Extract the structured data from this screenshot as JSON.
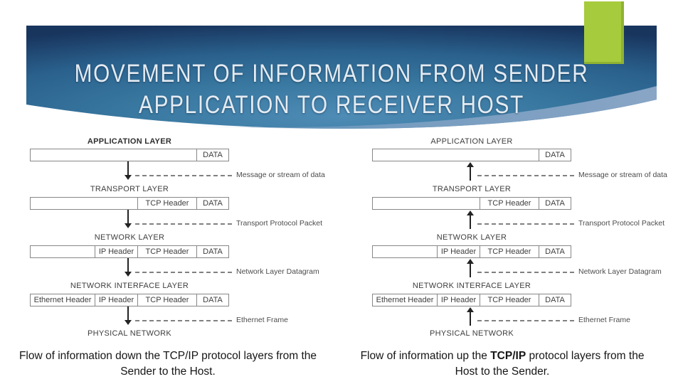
{
  "title": {
    "line1": "MOVEMENT OF INFORMATION FROM SENDER",
    "line2": "APPLICATION TO RECEIVER HOST"
  },
  "colors": {
    "accent_green": "#a6cb3c",
    "banner_center": "#4e8cb6",
    "banner_mid": "#2a618d",
    "banner_edge": "#18355e",
    "banner_swoosh": "#8ea9c9",
    "diagram_line": "#878787",
    "title_text": "#e4ebf2"
  },
  "left": {
    "layer_titles": [
      "APPLICATION LAYER",
      "TRANSPORT LAYER",
      "NETWORK LAYER",
      "NETWORK INTERFACE LAYER"
    ],
    "footer": "PHYSICAL NETWORK",
    "rows": [
      [
        "DATA"
      ],
      [
        "TCP Header",
        "DATA"
      ],
      [
        "IP Header",
        "TCP Header",
        "DATA"
      ],
      [
        "Ethernet Header",
        "IP Header",
        "TCP Header",
        "DATA"
      ]
    ],
    "notes": [
      "Message or stream of data",
      "Transport Protocol Packet",
      "Network Layer Datagram",
      "Ethernet Frame"
    ],
    "caption": {
      "pre": "Flow of information down the TCP/IP protocol layers from the",
      "bold": "",
      "post": "",
      "line2": "Sender to the Host."
    }
  },
  "right": {
    "layer_titles": [
      "APPLICATION LAYER",
      "TRANSPORT LAYER",
      "NETWORK LAYER",
      "NETWORK INTERFACE LAYER"
    ],
    "footer": "PHYSICAL NETWORK",
    "rows": [
      [
        "DATA"
      ],
      [
        "TCP Header",
        "DATA"
      ],
      [
        "IP Header",
        "TCP Header",
        "DATA"
      ],
      [
        "Ethernet Header",
        "IP Header",
        "TCP Header",
        "DATA"
      ]
    ],
    "notes": [
      "Message or stream of data",
      "Transport Protocol Packet",
      "Network Layer Datagram",
      "Ethernet Frame"
    ],
    "caption": {
      "pre": "Flow of information up the ",
      "bold": "TCP/IP",
      "post": " protocol layers from the",
      "line2": "Host to the Sender."
    }
  }
}
